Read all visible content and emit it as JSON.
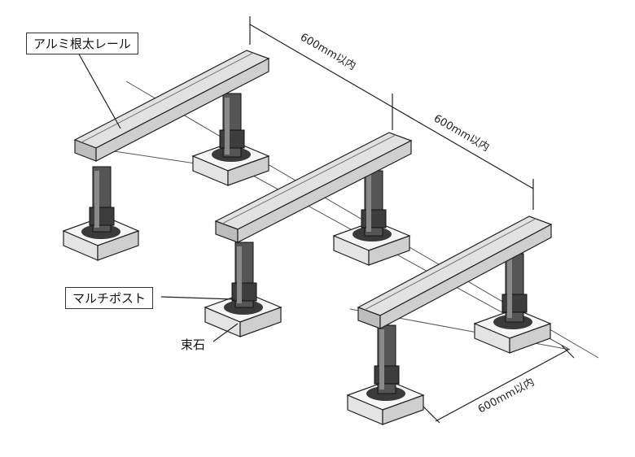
{
  "labels": {
    "rail": "アルミ根太レール",
    "post": "マルチポスト",
    "stone": "束石"
  },
  "dimensions": {
    "top_first": "600mm以内",
    "top_second": "600mm以内",
    "bottom": "600mm以内"
  },
  "colors": {
    "rail_top": "#e2e2e2",
    "rail_side": "#bdbdbd",
    "post": "#4a4a4a",
    "stone_top": "#f6f6f6",
    "line": "#222222"
  }
}
